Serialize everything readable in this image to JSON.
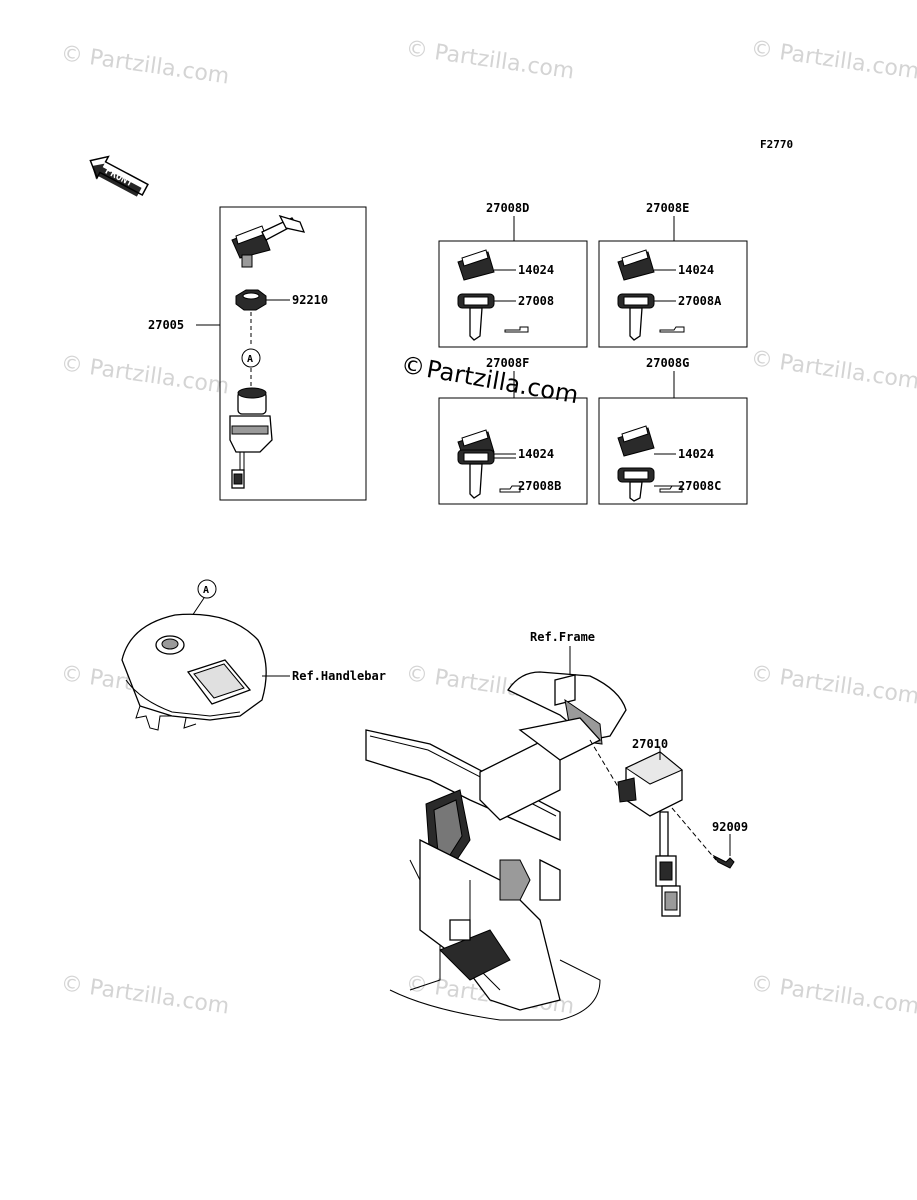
{
  "diagram_code": "F2770",
  "front_label": "FRONT",
  "watermark": "© Partzilla.com",
  "watermark_center_symbol": "©",
  "watermark_center_text": "Partzilla.com",
  "ignition_switch": {
    "part_number": "27005",
    "nut_number": "92210",
    "ref_letter": "A"
  },
  "key_sets": [
    {
      "set_number": "27008D",
      "cover_number": "14024",
      "key_number": "27008"
    },
    {
      "set_number": "27008E",
      "cover_number": "14024",
      "key_number": "27008A"
    },
    {
      "set_number": "27008F",
      "cover_number": "14024",
      "key_number": "27008B"
    },
    {
      "set_number": "27008G",
      "cover_number": "14024",
      "key_number": "27008C"
    }
  ],
  "handlebar": {
    "ref_letter": "A",
    "ref_label": "Ref.Handlebar"
  },
  "frame": {
    "ref_label": "Ref.Frame",
    "switch_number": "27010",
    "bolt_number": "92009"
  }
}
